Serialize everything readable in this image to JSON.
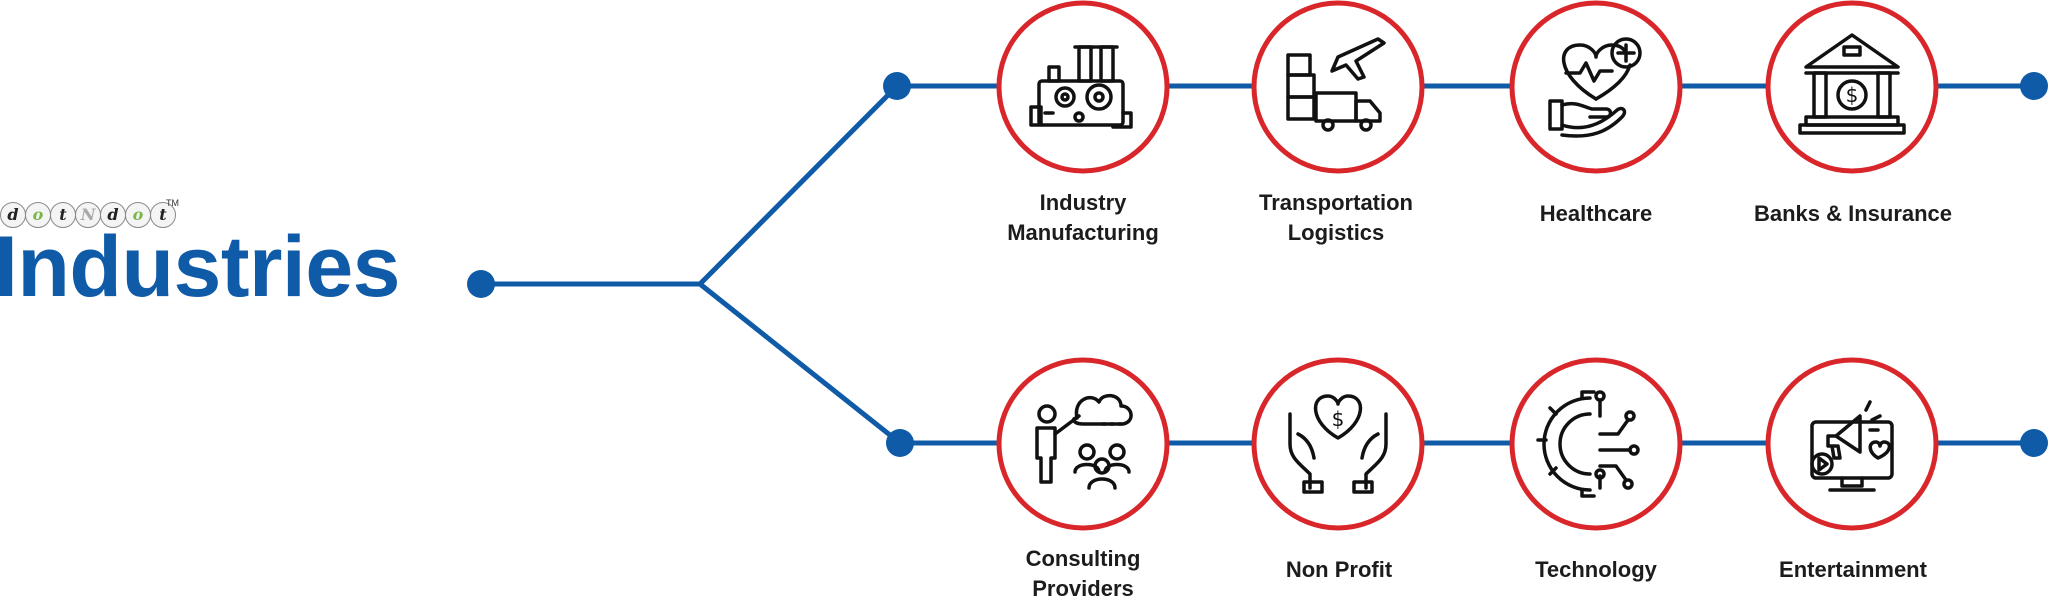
{
  "logo": {
    "letters": [
      "d",
      "o",
      "t",
      "N",
      "d",
      "o",
      "t"
    ],
    "tm": "TM"
  },
  "title": "Industries",
  "colors": {
    "line": "#0f5ba7",
    "ring": "#d8262a",
    "icon": "#111111",
    "text": "#1c1c1c"
  },
  "industries": [
    {
      "label": "Industry Manufacturing",
      "lines": [
        "Industry",
        "Manufacturing"
      ],
      "icon": "factory-icon"
    },
    {
      "label": "Transportation Logistics",
      "lines": [
        "Transportation",
        "Logistics"
      ],
      "icon": "logistics-icon"
    },
    {
      "label": "Healthcare",
      "lines": [
        "Healthcare"
      ],
      "icon": "healthcare-icon"
    },
    {
      "label": "Banks & Insurance",
      "lines": [
        "Banks & Insurance"
      ],
      "icon": "bank-icon"
    },
    {
      "label": "Consulting Providers",
      "lines": [
        "Consulting",
        "Providers"
      ],
      "icon": "consulting-icon"
    },
    {
      "label": "Non Profit",
      "lines": [
        "Non Profit"
      ],
      "icon": "nonprofit-icon"
    },
    {
      "label": "Technology",
      "lines": [
        "Technology"
      ],
      "icon": "technology-icon"
    },
    {
      "label": "Entertainment",
      "lines": [
        "Entertainment"
      ],
      "icon": "entertainment-icon"
    }
  ]
}
